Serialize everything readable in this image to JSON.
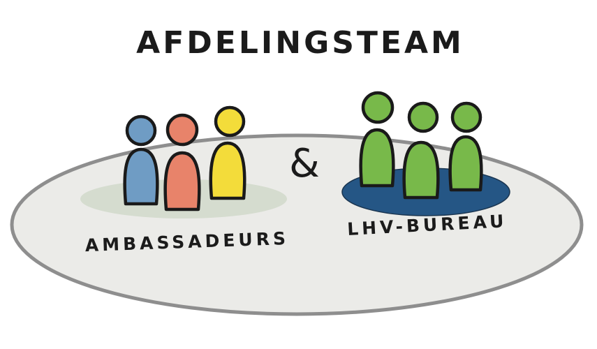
{
  "title": "AFDELINGSTEAM",
  "connector": "&",
  "groups": [
    {
      "label": "AMBASSADEURS",
      "base_color": "#d5dccf",
      "figure_colors": [
        "#6f9cc4",
        "#e8836a",
        "#f3dc3a"
      ]
    },
    {
      "label": "LHV-BUREAU",
      "base_color": "#255685",
      "figure_colors": [
        "#78b94a",
        "#78b94a",
        "#78b94a"
      ]
    }
  ],
  "platform_color": "#ebebe8"
}
